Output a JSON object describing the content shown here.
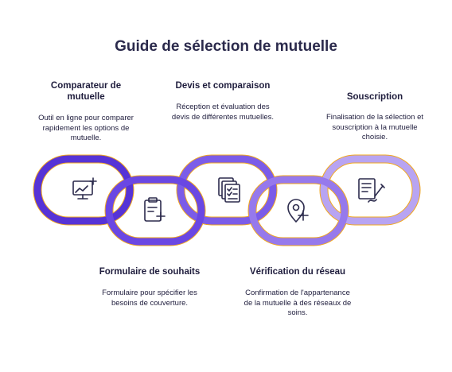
{
  "title": "Guide de sélection de mutuelle",
  "steps": [
    {
      "id": "comparateur",
      "title": "Comparateur de mutuelle",
      "description": "Outil en ligne pour comparer rapidement les options de mutuelle.",
      "icon": "monitor-chart-icon",
      "color": "#5633d6"
    },
    {
      "id": "formulaire",
      "title": "Formulaire de souhaits",
      "description": "Formulaire pour spécifier les besoins de couverture.",
      "icon": "clipboard-plus-icon",
      "color": "#6a47e3"
    },
    {
      "id": "devis",
      "title": "Devis et comparaison",
      "description": "Réception et évaluation des devis de différentes mutuelles.",
      "icon": "documents-checklist-icon",
      "color": "#7b5ce8"
    },
    {
      "id": "verification",
      "title": "Vérification du réseau",
      "description": "Confirmation de l'appartenance de la mutuelle à des réseaux de soins.",
      "icon": "location-plus-icon",
      "color": "#9679ec"
    },
    {
      "id": "souscription",
      "title": "Souscription",
      "description": "Finalisation de la sélection et souscription à la mutuelle choisie.",
      "icon": "document-signature-icon",
      "color": "#b8a4f2"
    }
  ]
}
